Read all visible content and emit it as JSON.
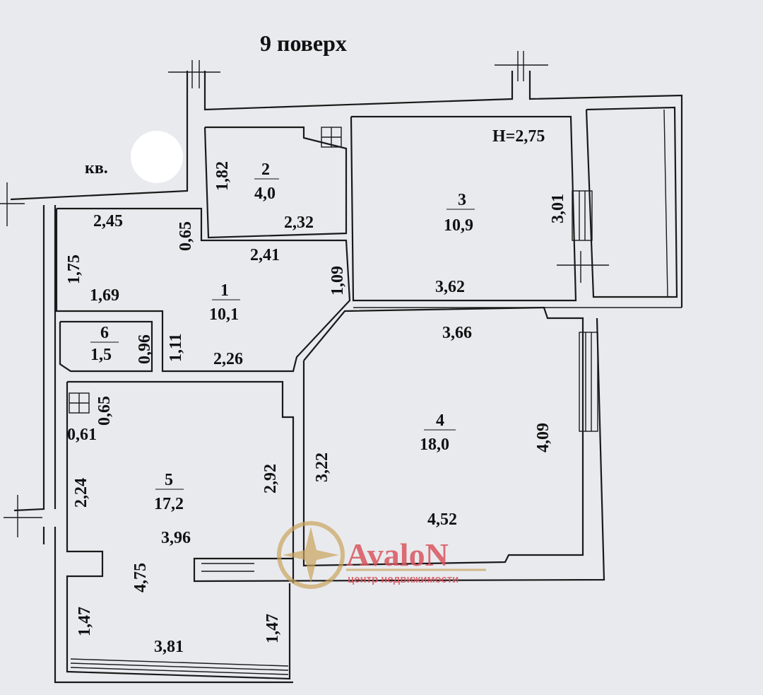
{
  "title": "9 поверх",
  "apartment_label": "кв.",
  "ceiling_height": "H=2,75",
  "rooms": [
    {
      "number": "1",
      "area": "10,1"
    },
    {
      "number": "2",
      "area": "4,0"
    },
    {
      "number": "3",
      "area": "10,9"
    },
    {
      "number": "4",
      "area": "18,0"
    },
    {
      "number": "5",
      "area": "17,2"
    },
    {
      "number": "6",
      "area": "1,5"
    }
  ],
  "dimensions": {
    "d_182": "1,82",
    "d_232": "2,32",
    "d_245": "2,45",
    "d_065a": "0,65",
    "d_241": "2,41",
    "d_175": "1,75",
    "d_169": "1,69",
    "d_109": "1,09",
    "d_362": "3,62",
    "d_301": "3,01",
    "d_366": "3,66",
    "d_096": "0,96",
    "d_111": "1,11",
    "d_226": "2,26",
    "d_065b": "0,65",
    "d_061": "0,61",
    "d_224": "2,24",
    "d_292": "2,92",
    "d_322": "3,22",
    "d_409": "4,09",
    "d_396": "3,96",
    "d_475": "4,75",
    "d_452": "4,52",
    "d_147a": "1,47",
    "d_147b": "1,47",
    "d_381": "3,81"
  },
  "watermark": {
    "name": "AvaloN",
    "subtitle": "центр недвижимости",
    "name_color": "#d9555f",
    "emblem_color": "#c9a45c"
  }
}
